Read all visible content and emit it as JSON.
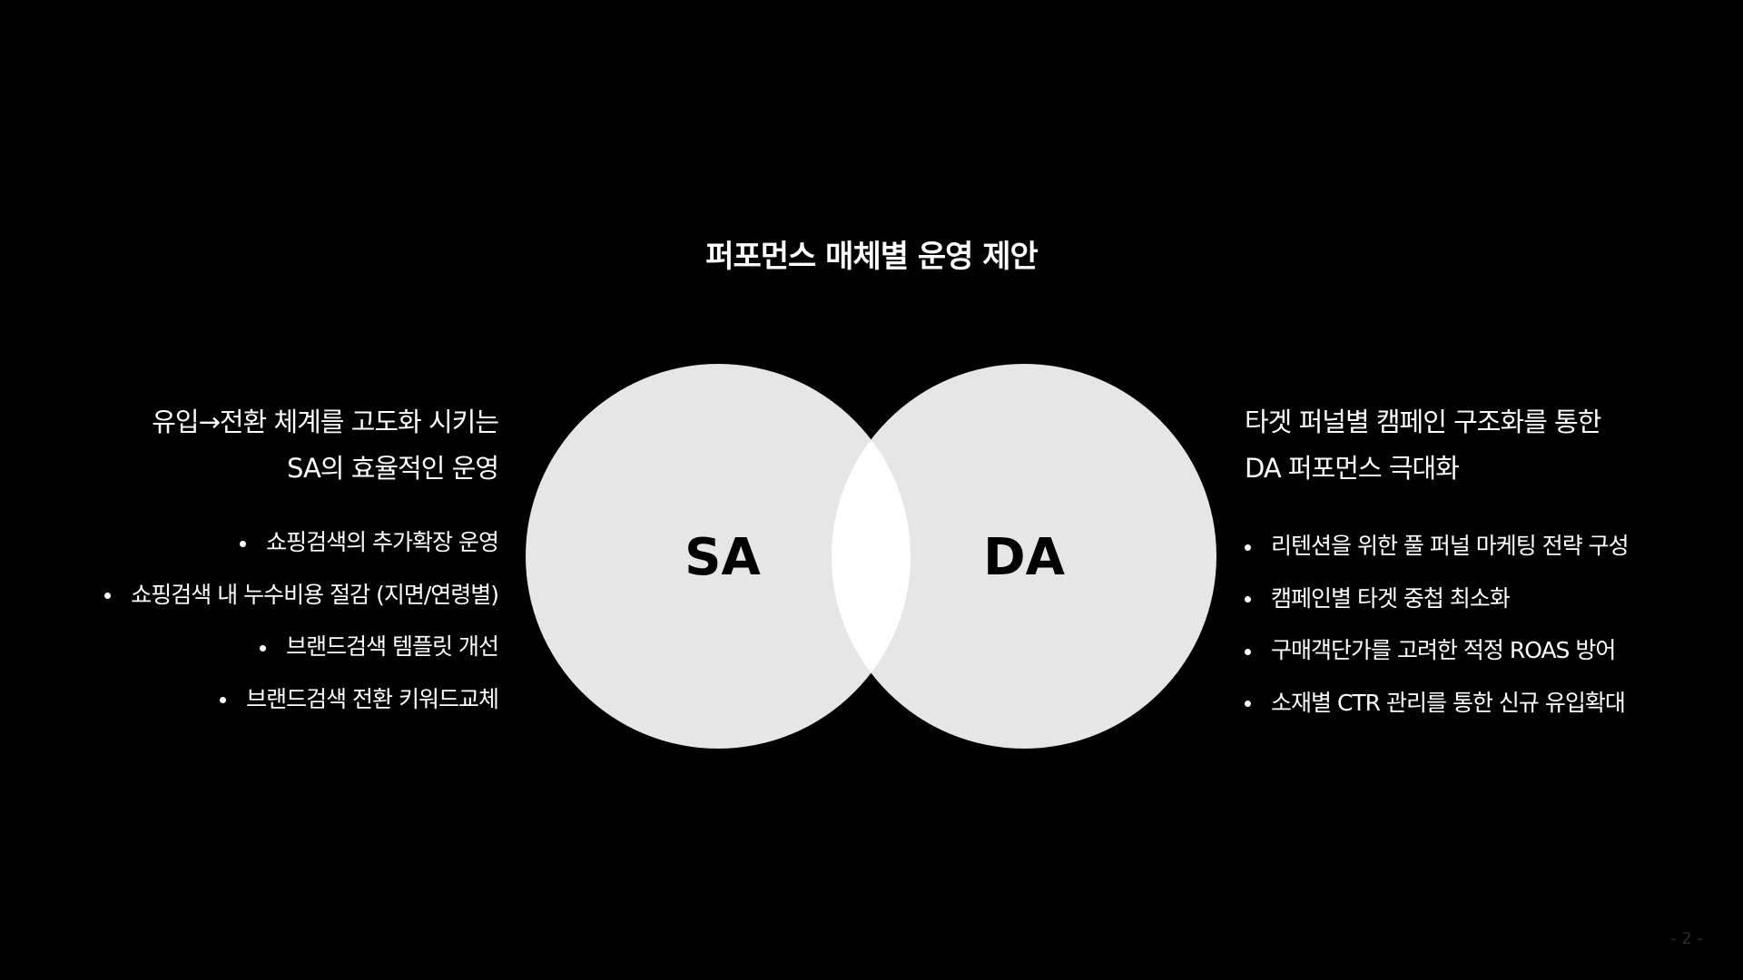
{
  "title": "퍼포먼스 매체별 운영 제안",
  "venn": {
    "left_label": "SA",
    "right_label": "DA",
    "circle_color": "#e6e6e6",
    "overlap_color": "#ffffff"
  },
  "sa": {
    "heading_line1": "유입→전환 체계를 고도화 시키는",
    "heading_line2": "SA의 효율적인 운영",
    "bullets": [
      "쇼핑검색의 추가확장 운영",
      "쇼핑검색 내 누수비용 절감 (지면/연령별)",
      "브랜드검색 템플릿 개선",
      "브랜드검색 전환 키워드교체"
    ]
  },
  "da": {
    "heading_line1": "타겟 퍼널별 캠페인 구조화를 통한",
    "heading_line2": "DA 퍼포먼스 극대화",
    "bullets": [
      "리텐션을 위한 풀 퍼널 마케팅 전략 구성",
      "캠페인별 타겟 중첩 최소화",
      "구매객단가를 고려한 적정 ROAS 방어",
      "소재별 CTR  관리를 통한 신규 유입확대"
    ]
  },
  "page_number": "- 2 -"
}
